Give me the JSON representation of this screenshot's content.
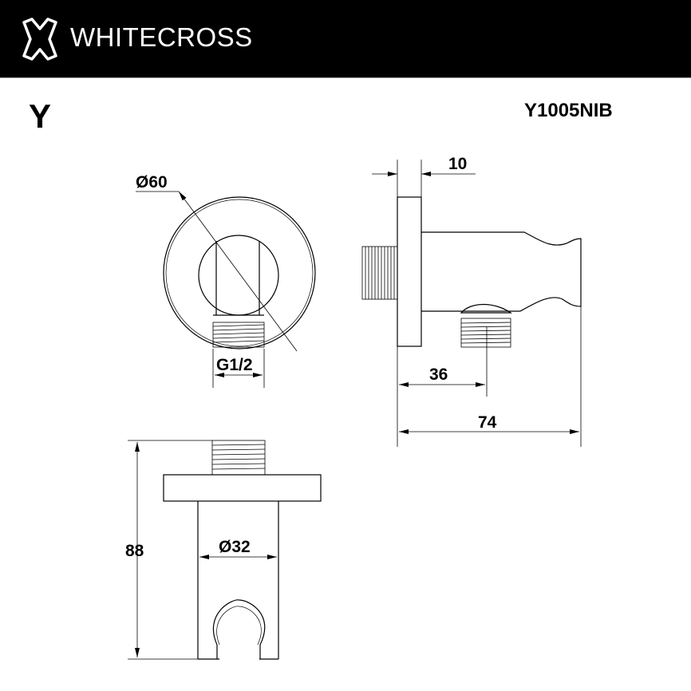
{
  "header": {
    "brand": "WHITECROSS",
    "logo_icon": "cross-outline-icon",
    "background": "#000000",
    "text_color": "#ffffff"
  },
  "title": {
    "series": "Y",
    "model": "Y1005NIB"
  },
  "drawing": {
    "front_view": {
      "outer_diameter_label": "Ø60",
      "thread_label": "G1/2"
    },
    "side_view": {
      "flange_thickness_label": "10",
      "outlet_offset_label": "36",
      "total_depth_label": "74"
    },
    "bottom_view": {
      "height_label": "88",
      "body_diameter_label": "Ø32"
    },
    "line_color": "#000000"
  }
}
